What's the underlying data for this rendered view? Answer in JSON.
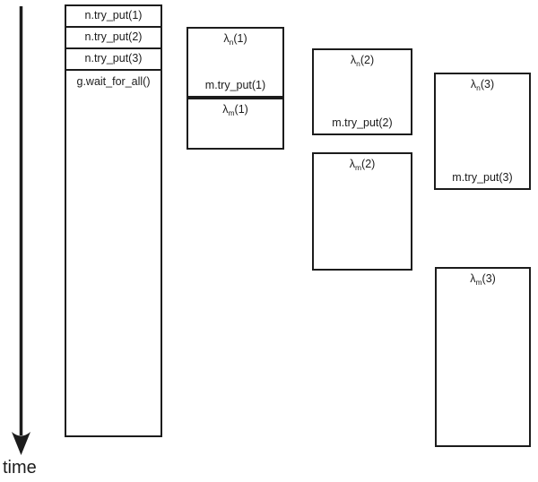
{
  "colors": {
    "border": "#1c1c1c",
    "text": "#1c1c1c",
    "background": "#ffffff"
  },
  "time_axis": {
    "label": "time"
  },
  "main_column": {
    "try_put_rows": [
      {
        "label": "n.try_put(1)"
      },
      {
        "label": "n.try_put(2)"
      },
      {
        "label": "n.try_put(3)"
      }
    ],
    "wait_label": "g.wait_for_all()"
  },
  "task_columns": [
    {
      "n_task": {
        "lambda_base": "λ",
        "lambda_sub": "n",
        "lambda_args": "(1)",
        "bottom_label": "m.try_put(1)"
      },
      "m_task": {
        "lambda_base": "λ",
        "lambda_sub": "m",
        "lambda_args": "(1)"
      }
    },
    {
      "n_task": {
        "lambda_base": "λ",
        "lambda_sub": "n",
        "lambda_args": "(2)",
        "bottom_label": "m.try_put(2)"
      },
      "m_task": {
        "lambda_base": "λ",
        "lambda_sub": "m",
        "lambda_args": "(2)"
      }
    },
    {
      "n_task": {
        "lambda_base": "λ",
        "lambda_sub": "n",
        "lambda_args": "(3)",
        "bottom_label": "m.try_put(3)"
      },
      "m_task": {
        "lambda_base": "λ",
        "lambda_sub": "m",
        "lambda_args": "(3)"
      }
    }
  ]
}
